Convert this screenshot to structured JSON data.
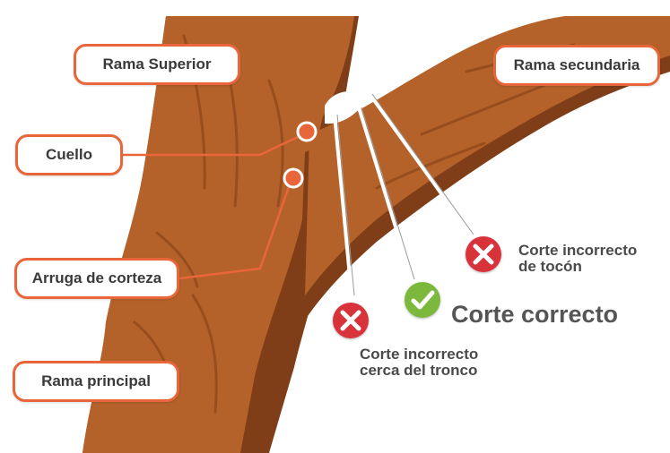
{
  "labels": {
    "rama_superior": "Rama Superior",
    "rama_secundaria": "Rama secundaria",
    "cuello": "Cuello",
    "arruga_corteza": "Arruga de corteza",
    "rama_principal": "Rama principal"
  },
  "cuts": {
    "tocon": {
      "line1": "Corte incorrecto",
      "line2": "de tocón",
      "status": "incorrect"
    },
    "correcto": {
      "text": "Corte correcto",
      "status": "correct"
    },
    "tronco": {
      "line1": "Corte incorrecto",
      "line2": "cerca del tronco",
      "status": "incorrect"
    }
  },
  "colors": {
    "bark": "#b5622a",
    "bark_dark": "#7f3e17",
    "bark_light": "#c97a3f",
    "accent_orange": "#e8663a",
    "wrong_red": "#d8313a",
    "correct_green": "#7cb83a"
  },
  "icons": {
    "incorrect": "x-mark-icon",
    "correct": "check-mark-icon"
  }
}
